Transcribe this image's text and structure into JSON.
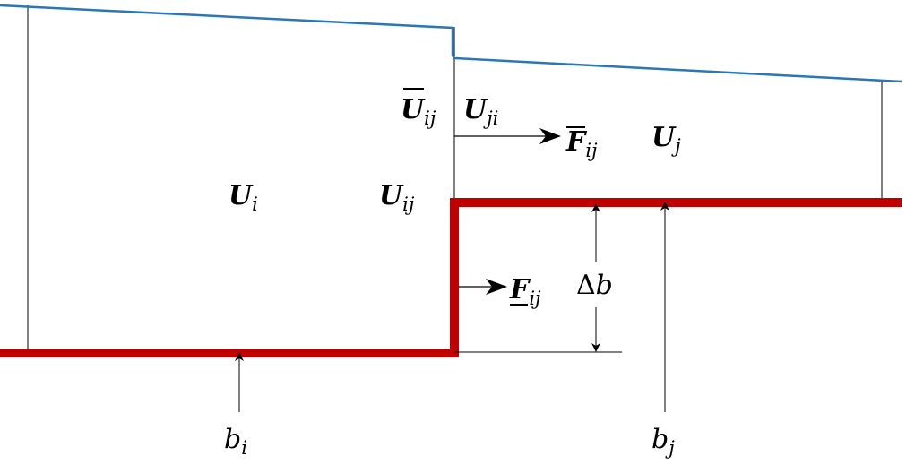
{
  "colors": {
    "water_surface": "#2a77b8",
    "bed": "#c00000",
    "guide": "#000000"
  },
  "labels": {
    "u_i": {
      "symbol": "U",
      "sub": "i"
    },
    "u_ij_cell": {
      "symbol": "U",
      "sub": "ij"
    },
    "u_bar_ij": {
      "symbol": "U",
      "sub": "ij"
    },
    "u_ji": {
      "symbol": "U",
      "sub": "ji"
    },
    "f_bar_ij": {
      "symbol": "F",
      "sub": "ij"
    },
    "u_j": {
      "symbol": "U",
      "sub": "j"
    },
    "f_under_ij": {
      "symbol": "F",
      "sub": "ij"
    },
    "delta_b": {
      "delta": "Δ",
      "symbol": "b"
    },
    "b_i": {
      "symbol": "b",
      "sub": "i"
    },
    "b_j": {
      "symbol": "b",
      "sub": "j"
    }
  }
}
